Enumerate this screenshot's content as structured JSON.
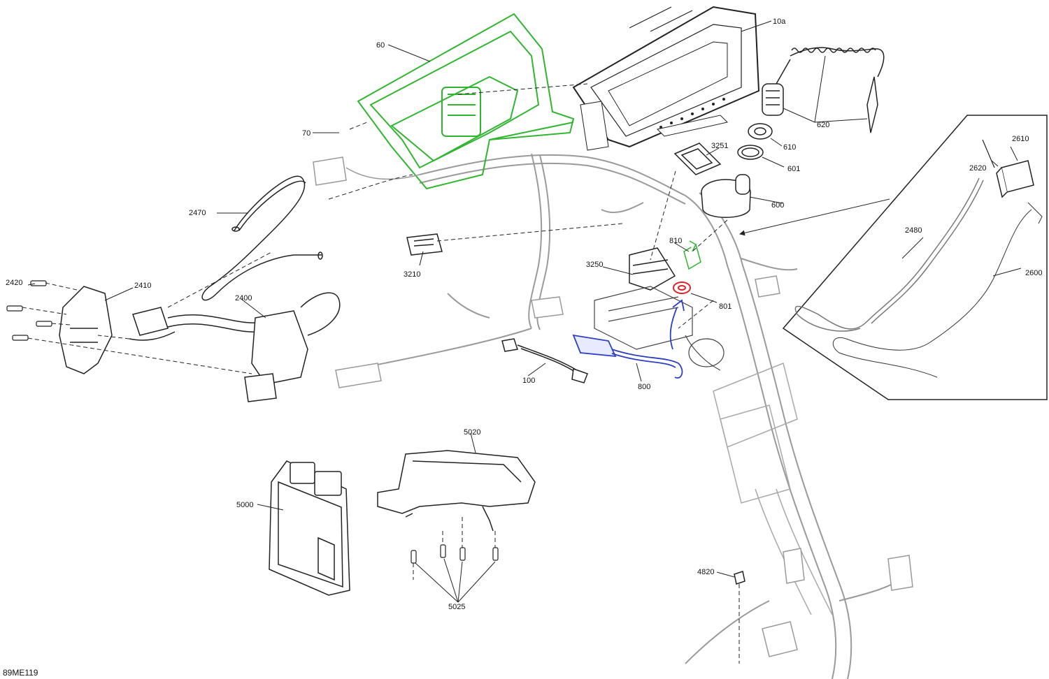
{
  "diagram": {
    "figure_code": "89ME119",
    "callouts": {
      "c10a": "10a",
      "c60": "60",
      "c70": "70",
      "c620": "620",
      "c610": "610",
      "c601": "601",
      "c600": "600",
      "c3251": "3251",
      "c2610": "2610",
      "c2620": "2620",
      "c2480": "2480",
      "c2600": "2600",
      "c2470": "2470",
      "c3210": "3210",
      "c810": "810",
      "c3250": "3250",
      "c801": "801",
      "c2420": "2420",
      "c2410": "2410",
      "c2400": "2400",
      "c100": "100",
      "c800": "800",
      "c5020": "5020",
      "c5000": "5000",
      "c5025": "5025",
      "c4820": "4820"
    },
    "colors": {
      "line": "#222222",
      "harness": "#9a9a9a",
      "highlight_green": "#2fb52f",
      "highlight_blue": "#2b3fc0",
      "highlight_red": "#e0202a"
    }
  }
}
